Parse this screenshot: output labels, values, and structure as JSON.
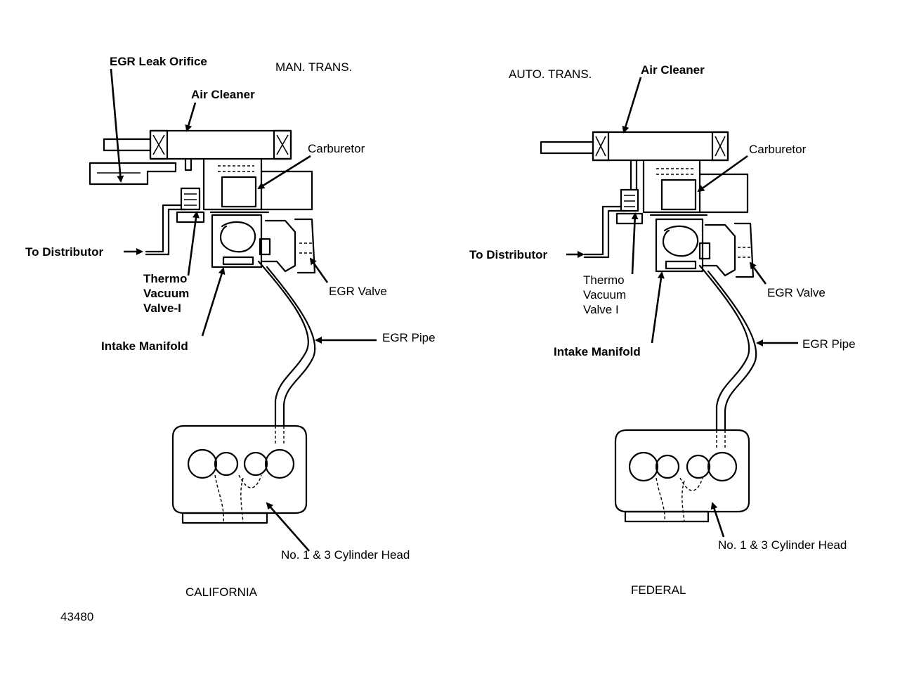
{
  "left": {
    "title": "MAN. TRANS.",
    "caption": "CALIFORNIA",
    "labels": {
      "egr_leak_orifice": "EGR Leak Orifice",
      "air_cleaner": "Air Cleaner",
      "carburetor": "Carburetor",
      "to_distributor": "To Distributor",
      "thermo_line1": "Thermo",
      "thermo_line2": "Vacuum",
      "thermo_line3": "Valve-I",
      "egr_valve": "EGR Valve",
      "intake_manifold": "Intake Manifold",
      "egr_pipe": "EGR Pipe",
      "cylinder_head": "No. 1 & 3 Cylinder Head"
    }
  },
  "right": {
    "title": "AUTO. TRANS.",
    "caption": "FEDERAL",
    "labels": {
      "air_cleaner": "Air Cleaner",
      "carburetor": "Carburetor",
      "to_distributor": "To Distributor",
      "thermo_line1": "Thermo",
      "thermo_line2": "Vacuum",
      "thermo_line3": "Valve I",
      "egr_valve": "EGR Valve",
      "intake_manifold": "Intake Manifold",
      "egr_pipe": "EGR Pipe",
      "cylinder_head": "No. 1 & 3 Cylinder Head"
    }
  },
  "figure_number": "43480"
}
